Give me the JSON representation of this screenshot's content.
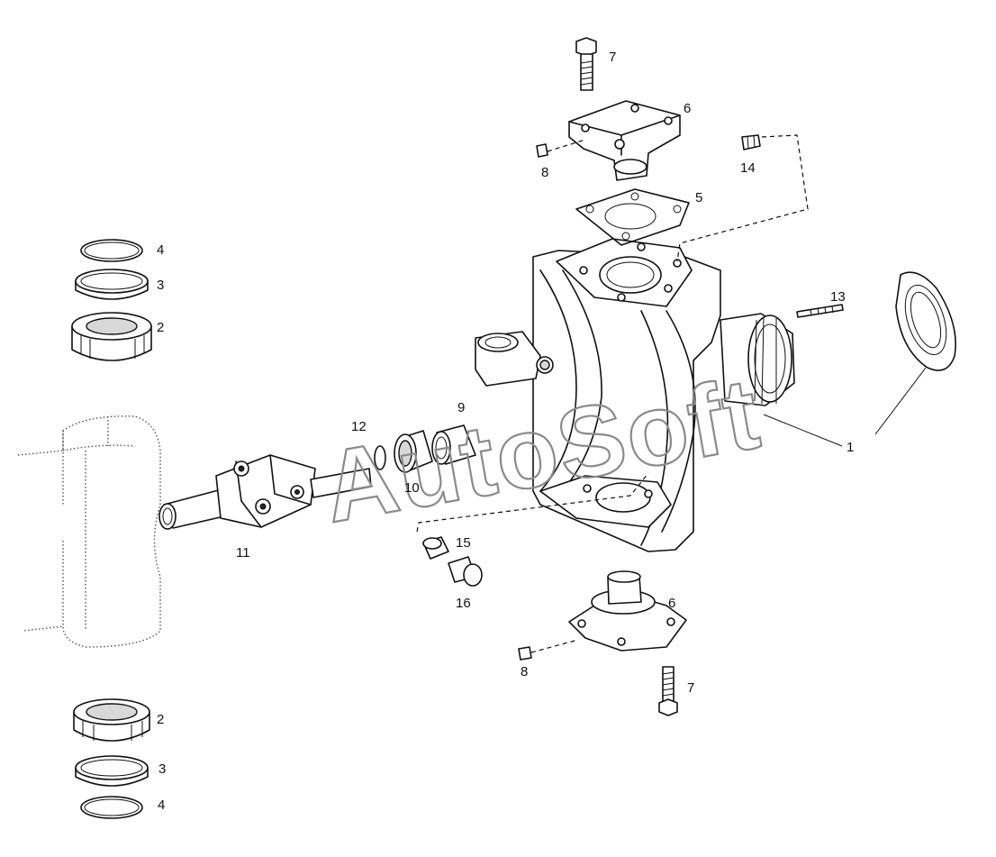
{
  "diagram": {
    "watermark": "AutoSoft",
    "callouts": [
      {
        "id": "c1",
        "text": "1"
      },
      {
        "id": "c2a",
        "text": "2"
      },
      {
        "id": "c2b",
        "text": "2"
      },
      {
        "id": "c3a",
        "text": "3"
      },
      {
        "id": "c3b",
        "text": "3"
      },
      {
        "id": "c4a",
        "text": "4"
      },
      {
        "id": "c4b",
        "text": "4"
      },
      {
        "id": "c5",
        "text": "5"
      },
      {
        "id": "c6a",
        "text": "6"
      },
      {
        "id": "c6b",
        "text": "6"
      },
      {
        "id": "c7a",
        "text": "7"
      },
      {
        "id": "c7b",
        "text": "7"
      },
      {
        "id": "c8a",
        "text": "8"
      },
      {
        "id": "c8b",
        "text": "8"
      },
      {
        "id": "c9",
        "text": "9"
      },
      {
        "id": "c10",
        "text": "10"
      },
      {
        "id": "c11",
        "text": "11"
      },
      {
        "id": "c12",
        "text": "12"
      },
      {
        "id": "c13",
        "text": "13"
      },
      {
        "id": "c14",
        "text": "14"
      },
      {
        "id": "c15",
        "text": "15"
      },
      {
        "id": "c16",
        "text": "16"
      }
    ]
  }
}
